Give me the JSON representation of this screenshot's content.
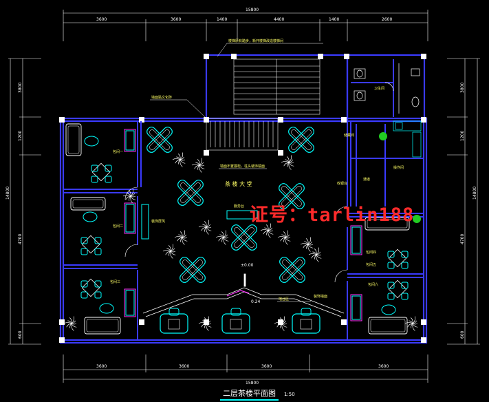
{
  "drawing": {
    "title": "二层茶楼平面图",
    "scale": "1:50",
    "watermark": "证号：tarlin188"
  },
  "dimensions": {
    "top_total": "15800",
    "top_segments": [
      "3600",
      "3600",
      "1400",
      "4400",
      "1400",
      "2600"
    ],
    "bottom_total": "15800",
    "bottom_segments": [
      "3600",
      "3600",
      "3600",
      "3600"
    ],
    "left_total": "14800",
    "left_segments": [
      "3800",
      "1200",
      "4700",
      "600"
    ],
    "right_total": "14800",
    "right_segments": [
      "3800",
      "1200",
      "4700",
      "600"
    ]
  },
  "labels": {
    "stair_note": "楼梯原有踏步，新开楼梯改造楼梯间",
    "top_left_note": "墙面贴文化砖",
    "center_note_1": "墙面布置展柜，柱头装饰镜面",
    "hall": "茶 楼 大 堂",
    "bar": "服务台",
    "elev_1": "±0.00",
    "elev_2": "0.24",
    "stage_note": "地台区",
    "room_a": "包间一",
    "room_b": "包间二",
    "room_c": "包间三",
    "room_d": "包间四",
    "room_e": "包间五",
    "room_f": "包间六",
    "toilet": "卫生间",
    "store": "储藏间",
    "kitchen": "操作间",
    "corridor": "通道",
    "left_screen": "装饰屏风",
    "right_desk": "收银台",
    "lower_right_note": "装饰墙面"
  }
}
